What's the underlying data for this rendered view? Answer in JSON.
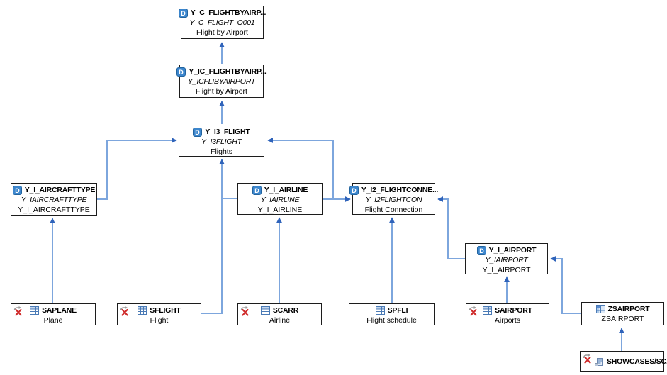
{
  "diagram": {
    "background_color": "#ffffff",
    "edge_color": "#7da6dd",
    "arrowhead_color": "#2f63ba",
    "node_border_color": "#1c1c1c",
    "data_definition_icon_color": "#3c86cd",
    "nodes": [
      {
        "type": "data-definition",
        "icon": "data-definition-icon",
        "title": "Y_C_FLIGHTBYAIRP...",
        "subtitle": "Y_C_FLIGHT_Q001",
        "description": "Flight by Airport"
      },
      {
        "type": "data-definition",
        "icon": "data-definition-icon",
        "title": "Y_IC_FLIGHTBYAIRP...",
        "subtitle": "Y_ICFLIBYAIRPORT",
        "description": "Flight by Airport"
      },
      {
        "type": "data-definition",
        "icon": "data-definition-icon",
        "title": "Y_I3_FLIGHT",
        "subtitle": "Y_I3FLIGHT",
        "description": "Flights"
      },
      {
        "type": "data-definition",
        "icon": "data-definition-icon",
        "title": "Y_I_AIRCRAFTTYPE",
        "subtitle": "Y_IAIRCRAFTTYPE",
        "description": "Y_I_AIRCRAFTTYPE"
      },
      {
        "type": "data-definition",
        "icon": "data-definition-icon",
        "title": "Y_I_AIRLINE",
        "subtitle": "Y_IAIRLINE",
        "description": "Y_I_AIRLINE"
      },
      {
        "type": "data-definition",
        "icon": "data-definition-icon",
        "title": "Y_I2_FLIGHTCONNE...",
        "subtitle": "Y_I2FLIGHTCON",
        "description": "Flight Connection"
      },
      {
        "type": "data-definition",
        "icon": "data-definition-icon",
        "title": "Y_I_AIRPORT",
        "subtitle": "Y_IAIRPORT",
        "description": "Y_I_AIRPORT"
      },
      {
        "type": "table",
        "icons": [
          "not-expandable-icon",
          "table-icon"
        ],
        "title": "SAPLANE",
        "description": "Plane"
      },
      {
        "type": "table",
        "icons": [
          "not-expandable-icon",
          "table-icon"
        ],
        "title": "SFLIGHT",
        "description": "Flight"
      },
      {
        "type": "table",
        "icons": [
          "not-expandable-icon",
          "table-icon"
        ],
        "title": "SCARR",
        "description": "Airline"
      },
      {
        "type": "table",
        "icons": [
          "table-icon"
        ],
        "title": "SPFLI",
        "description": "Flight schedule"
      },
      {
        "type": "table",
        "icons": [
          "not-expandable-icon",
          "table-icon"
        ],
        "title": "SAIRPORT",
        "description": "Airports"
      },
      {
        "type": "database-table",
        "icons": [
          "database-table-icon"
        ],
        "title": "ZSAIRPORT",
        "description": "ZSAIRPORT"
      },
      {
        "type": "structure",
        "icons": [
          "not-expandable-icon",
          "structure-icon"
        ],
        "title": "SHOWCASES/SC..."
      }
    ],
    "edges": [
      {
        "from": "Y_IC_FLIGHTBYAIRP...",
        "to": "Y_C_FLIGHTBYAIRP..."
      },
      {
        "from": "Y_I3_FLIGHT",
        "to": "Y_IC_FLIGHTBYAIRP..."
      },
      {
        "from": "Y_I_AIRCRAFTTYPE",
        "to": "Y_I3_FLIGHT"
      },
      {
        "from": "Y_I_AIRLINE",
        "to": "Y_I3_FLIGHT"
      },
      {
        "from": "Y_I_AIRLINE",
        "to": "Y_I2_FLIGHTCONNE..."
      },
      {
        "from": "SFLIGHT",
        "to": "Y_I3_FLIGHT"
      },
      {
        "from": "SAPLANE",
        "to": "Y_I_AIRCRAFTTYPE"
      },
      {
        "from": "SCARR",
        "to": "Y_I_AIRLINE"
      },
      {
        "from": "SPFLI",
        "to": "Y_I2_FLIGHTCONNE..."
      },
      {
        "from": "Y_I_AIRPORT",
        "to": "Y_I2_FLIGHTCONNE..."
      },
      {
        "from": "SAIRPORT",
        "to": "Y_I_AIRPORT"
      },
      {
        "from": "ZSAIRPORT",
        "to": "Y_I_AIRPORT"
      },
      {
        "from": "SHOWCASES/SC...",
        "to": "ZSAIRPORT"
      }
    ]
  }
}
